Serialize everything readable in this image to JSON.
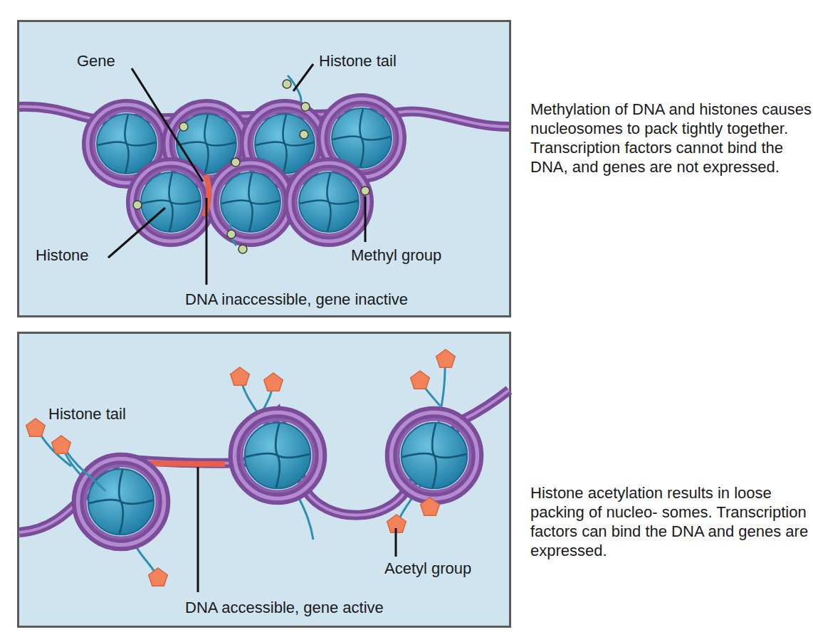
{
  "diagram": {
    "nodes": [
      {
        "text": [
          "Gene",
          "Histone tail",
          "Histone",
          "Methyl group",
          "DNA inaccessible, gene inactive"
        ]
      },
      {
        "text": [
          "Histone tail",
          "Acetyl group",
          "DNA accessible, gene active"
        ]
      }
    ],
    "labels": [
      "Methylation of DNA and histones causes nucleosomes to pack tightly together. Transcription factors cannot bind the DNA, and genes are not expressed.",
      "Histone acetylation results in loose packing of nucleo- somes. Transcription factors can bind the DNA and genes are expressed."
    ]
  }
}
